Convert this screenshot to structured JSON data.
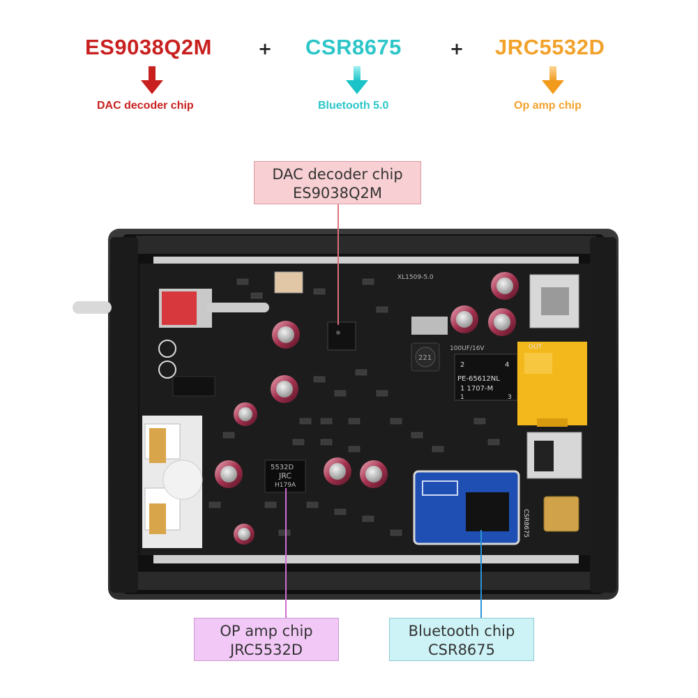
{
  "header": {
    "chips": [
      {
        "name": "ES9038Q2M",
        "role": "DAC decoder chip",
        "color": "#c8201f"
      },
      {
        "name": "CSR8675",
        "role": "Bluetooth 5.0",
        "color": "#2cc6c9"
      },
      {
        "name": "JRC5532D",
        "role": "Op amp chip",
        "color": "#f2a22b"
      }
    ],
    "plus_1": "+",
    "plus_2": "+"
  },
  "callouts": {
    "dac": {
      "line1": "DAC decoder chip",
      "line2": "ES9038Q2M",
      "bg": "#f8d0d3",
      "border": "#d88"
    },
    "opamp": {
      "line1": "OP amp chip",
      "line2": "JRC5532D",
      "bg": "#f2c8f7",
      "border": "#c9a"
    },
    "bluetooth": {
      "line1": "Bluetooth chip",
      "line2": "CSR8675",
      "bg": "#cdf3f7",
      "border": "#8cd"
    }
  },
  "board_markings": {
    "opamp_chip": [
      "5532D",
      "JRC",
      "H179A"
    ],
    "transformer": [
      "2",
      "4",
      "PE-65612NL",
      "1 1707-M",
      "1",
      "3"
    ],
    "inductor": "221",
    "capacitor_rating": "100UF/16V",
    "board_code": "XL1509-5.0",
    "side_label": "CSR8675",
    "out_label": "OUT"
  }
}
